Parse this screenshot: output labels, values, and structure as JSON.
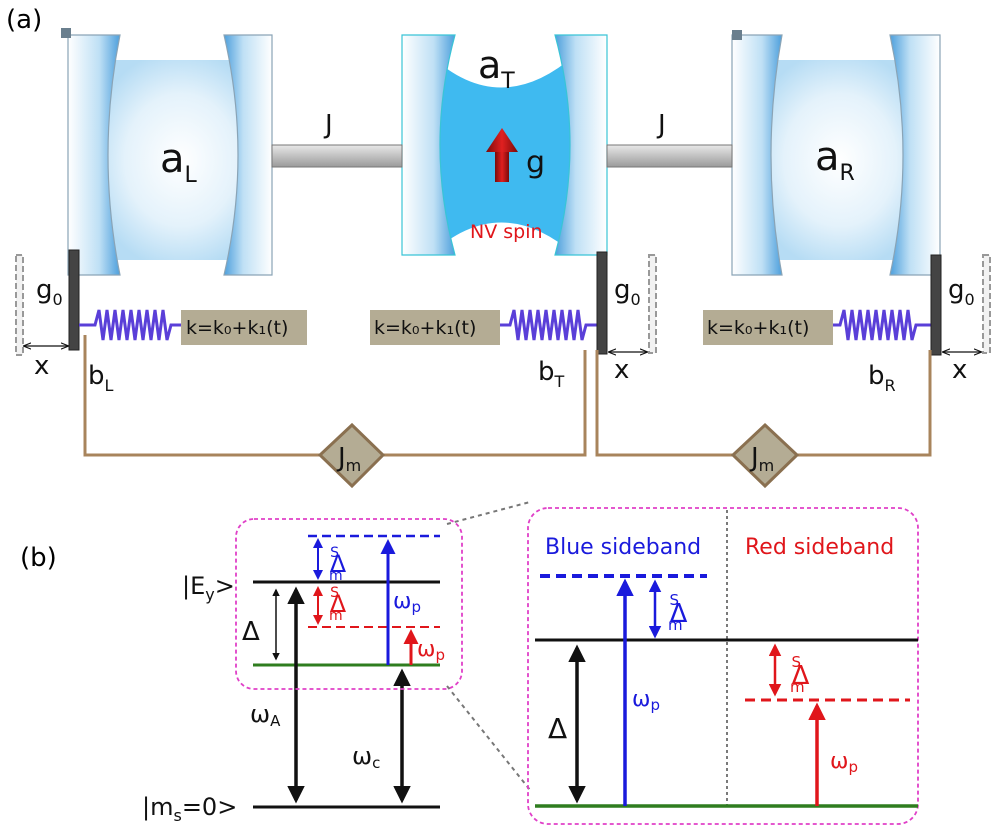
{
  "panels": {
    "a": "(a)",
    "b": "(b)"
  },
  "cavities": {
    "left": {
      "label": "a",
      "sub": "L"
    },
    "middle": {
      "label": "a",
      "sub": "T"
    },
    "right": {
      "label": "a",
      "sub": "R"
    }
  },
  "couplings": {
    "photon": "J",
    "phonon": "J",
    "phonon_sub": "m",
    "spin": "g",
    "optomech": "g",
    "optomech_sub": "0"
  },
  "nv_spin": "NV spin",
  "spring_label": "k=k₀+k₁(t)",
  "displacement": "x",
  "mechanical": {
    "left": {
      "label": "b",
      "sub": "L"
    },
    "middle": {
      "label": "b",
      "sub": "T"
    },
    "right": {
      "label": "b",
      "sub": "R"
    }
  },
  "levels": {
    "excited": "|E",
    "excited_sub": "y",
    "excited_end": ">",
    "ground": "|m",
    "ground_sub": "s",
    "ground_end": "=0>"
  },
  "symbols": {
    "delta": "Δ",
    "delta_m": "Δ",
    "delta_m_sup": "S",
    "delta_m_sub": "m",
    "omega": "ω",
    "omega_p_sub": "p",
    "omega_A_sub": "A",
    "omega_c_sub": "c"
  },
  "sidebands": {
    "blue": "Blue sideband",
    "red": "Red sideband"
  },
  "colors": {
    "blue": "#1a1adc",
    "red": "#e0161b",
    "green": "#2f7d1f",
    "brown": "#a8845c",
    "magenta": "#e040c8",
    "spring": "#5a3fd8",
    "cavity": "#5ab4e8",
    "tan": "#b4ac94"
  }
}
